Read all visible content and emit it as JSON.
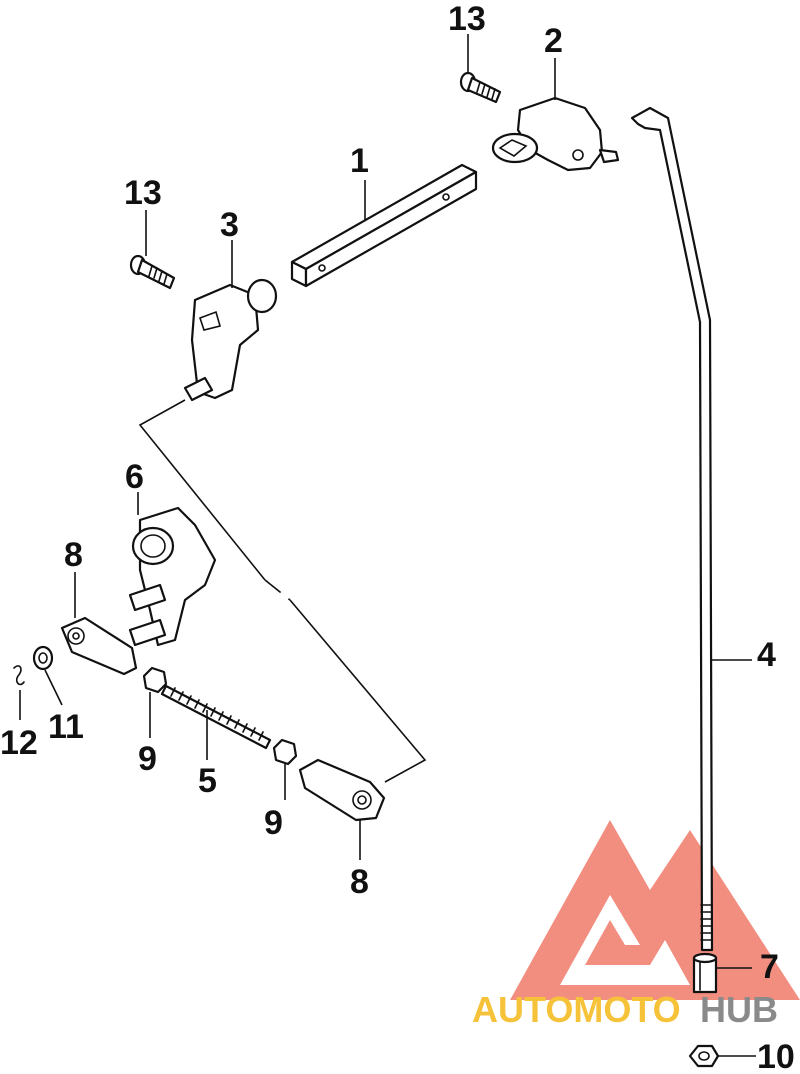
{
  "callouts": {
    "n1": "1",
    "n2": "2",
    "n3": "3",
    "n4": "4",
    "n5": "5",
    "n6": "6",
    "n7": "7",
    "n8a": "8",
    "n8b": "8",
    "n9a": "9",
    "n9b": "9",
    "n10": "10",
    "n11": "11",
    "n12": "12",
    "n13a": "13",
    "n13b": "13"
  },
  "watermark": {
    "text_left": "AUTOMOTO",
    "text_right": "HUB",
    "color_left": "#f5c23a",
    "color_right": "#8a8a8a",
    "logo_color": "#f07a6a"
  },
  "colors": {
    "line": "#111111",
    "background": "#ffffff"
  }
}
